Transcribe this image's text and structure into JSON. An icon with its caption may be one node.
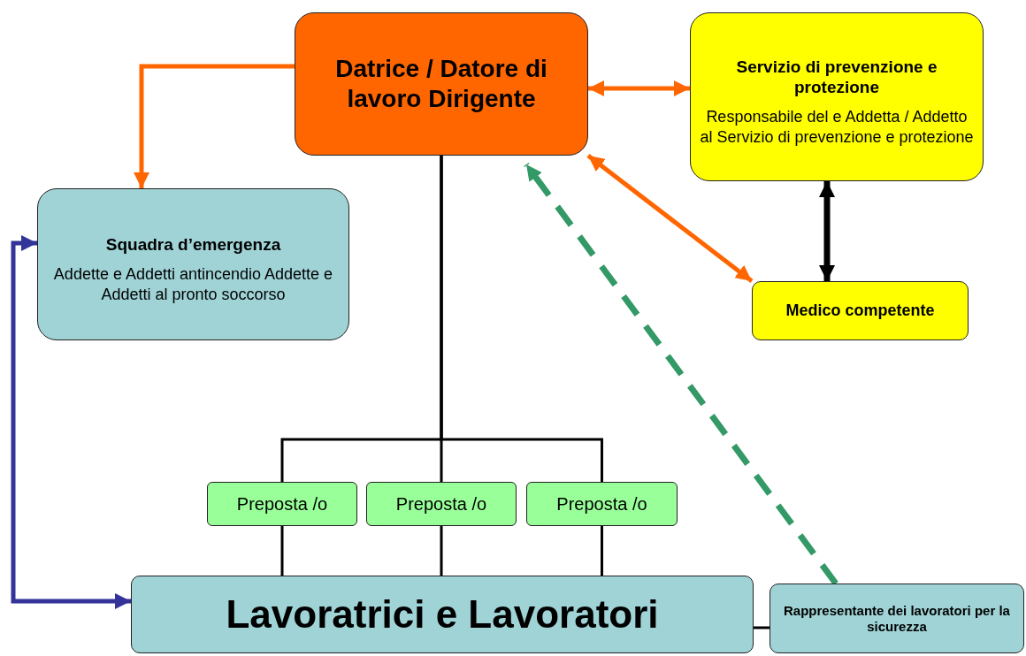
{
  "diagram": {
    "nodes": [
      {
        "text": [
          "Datrice / Datore di lavoro Dirigente"
        ]
      },
      {
        "text": [
          "Servizio di prevenzione e protezione",
          "Responsabile del e Addetta / Addetto al Servizio di prevenzione e protezione"
        ]
      },
      {
        "text": [
          "Squadra d’emergenza",
          "Addette e Addetti antincendio Addette e Addetti al pronto soccorso"
        ]
      },
      {
        "text": [
          "Medico competente"
        ]
      },
      {
        "text": [
          "Preposta /o"
        ]
      },
      {
        "text": [
          "Preposta /o"
        ]
      },
      {
        "text": [
          "Preposta /o"
        ]
      },
      {
        "text": [
          "Lavoratrici e Lavoratori"
        ]
      },
      {
        "text": [
          "Rappresentante dei lavoratori per la sicurezza"
        ]
      }
    ],
    "edges": [
      {
        "from": 0,
        "to": 2,
        "arrow": "to",
        "color": "#ff6600"
      },
      {
        "from": 0,
        "to": 1,
        "arrow": "both",
        "color": "#ff6600"
      },
      {
        "from": 0,
        "to": 3,
        "arrow": "both",
        "color": "#ff6600"
      },
      {
        "from": 1,
        "to": 3,
        "arrow": "both",
        "style": "thick"
      },
      {
        "from": 2,
        "to": 7,
        "arrow": "both",
        "color": "#333399"
      },
      {
        "from": 8,
        "to": 0,
        "arrow": "to",
        "style": "dashed",
        "color": "#339966"
      },
      {
        "from": 0,
        "to": 4,
        "arrow": "none"
      },
      {
        "from": 0,
        "to": 5,
        "arrow": "none"
      },
      {
        "from": 0,
        "to": 6,
        "arrow": "none"
      },
      {
        "from": 4,
        "to": 7,
        "arrow": "none"
      },
      {
        "from": 5,
        "to": 7,
        "arrow": "none"
      },
      {
        "from": 6,
        "to": 7,
        "arrow": "none"
      },
      {
        "from": 7,
        "to": 8,
        "arrow": "none"
      }
    ]
  }
}
